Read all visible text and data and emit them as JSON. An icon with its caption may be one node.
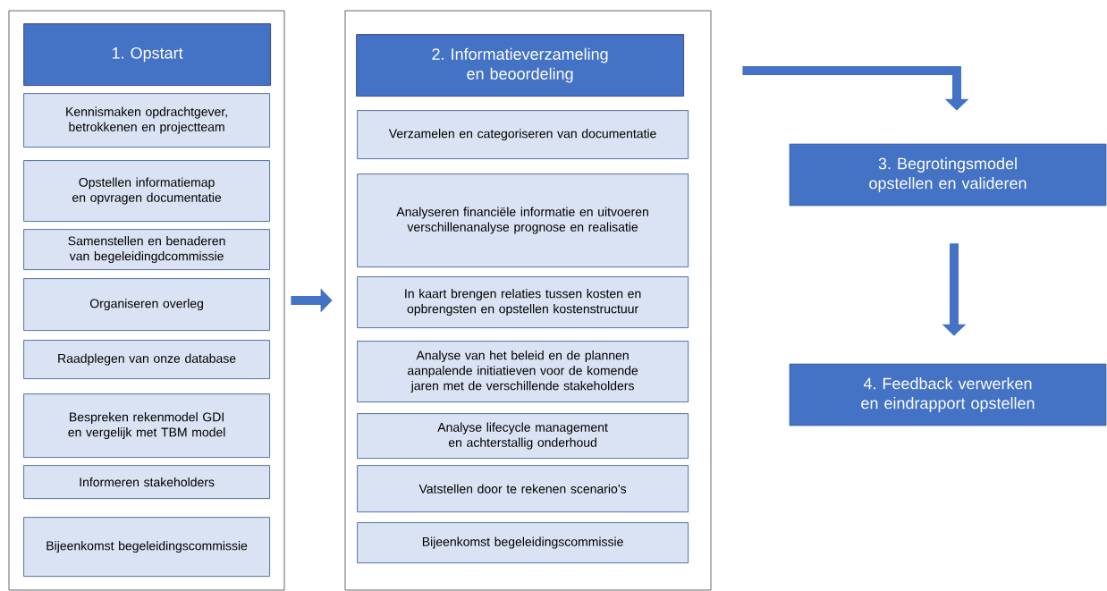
{
  "diagram": {
    "nodes": [
      {
        "text": [],
        "shape": "box"
      },
      {
        "text": [
          "1. Opstart"
        ],
        "in": 0
      },
      {
        "text": [
          "Kennismaken opdrachtgever, betrokkenen en projectteam"
        ],
        "in": 0
      },
      {
        "text": [
          "Opstellen informatiemap en opvragen documentatie"
        ],
        "in": 0
      },
      {
        "text": [
          "Samenstellen en benaderen van begeleidingdcommissie"
        ],
        "in": 0
      },
      {
        "text": [
          "Organiseren overleg"
        ],
        "in": 0
      },
      {
        "text": [
          "Raadplegen van onze database"
        ],
        "in": 0
      },
      {
        "text": [
          "Bespreken rekenmodel GDI en vergelijk met TBM model"
        ],
        "in": 0
      },
      {
        "text": [
          "Informeren stakeholders"
        ],
        "in": 0
      },
      {
        "text": [
          "Bijeenkomst begeleidingscommissie"
        ],
        "in": 0
      },
      {
        "text": [],
        "shape": "box"
      },
      {
        "text": [
          "2. Informatieverzameling en beoordeling"
        ],
        "in": 10
      },
      {
        "text": [
          "Verzamelen en categoriseren van documentatie"
        ],
        "in": 10
      },
      {
        "text": [
          "Analyseren financiële informatie en uitvoeren verschillenanalyse prognose en realisatie"
        ],
        "in": 10
      },
      {
        "text": [
          "In kaart brengen relaties tussen kosten en opbrengsten en opstellen kostenstructuur"
        ],
        "in": 10
      },
      {
        "text": [
          "Analyse van het beleid en de plannen aanpalende initiatieven voor de komende jaren met de verschillende stakeholders"
        ],
        "in": 10
      },
      {
        "text": [
          "Analyse lifecycle management en achterstallig onderhoud"
        ],
        "in": 10
      },
      {
        "text": [
          "Vatstellen door te rekenen scenario’s"
        ],
        "in": 10
      },
      {
        "text": [
          "Bijeenkomst begeleidingscommissie"
        ],
        "in": 10
      },
      {
        "text": [
          "3. Begrotingsmodel opstellen en valideren"
        ]
      },
      {
        "text": [
          "4. Feedback verwerken en eindrapport opstellen"
        ]
      }
    ],
    "edges": [
      {
        "from": 0,
        "to": 10,
        "arrow": "to"
      },
      {
        "from": 10,
        "to": 19,
        "arrow": "to"
      },
      {
        "from": 19,
        "to": 20,
        "arrow": "to"
      }
    ]
  }
}
